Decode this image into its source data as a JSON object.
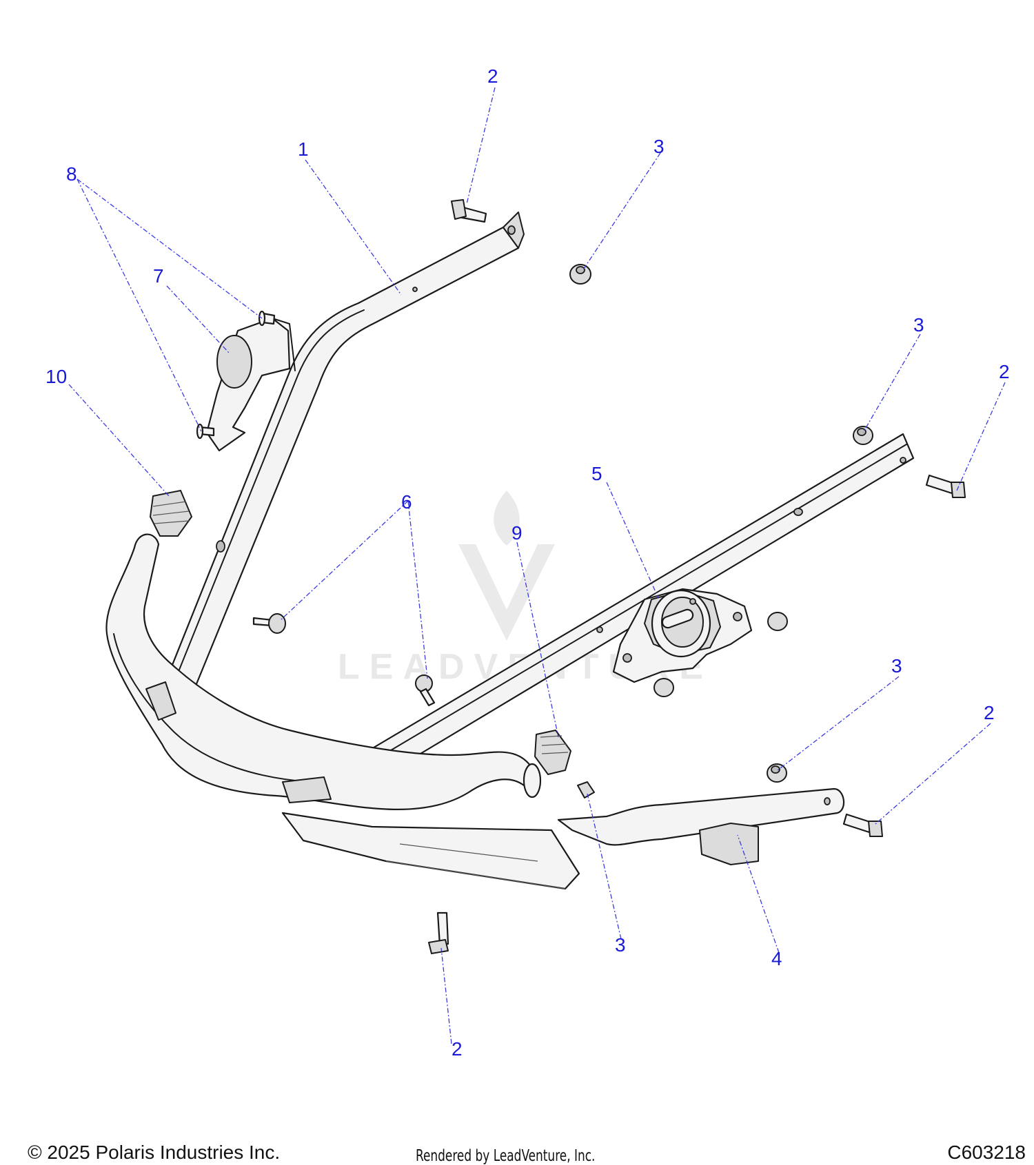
{
  "callouts": [
    {
      "id": "c-1",
      "label": "1"
    },
    {
      "id": "c-2a",
      "label": "2"
    },
    {
      "id": "c-2b",
      "label": "2"
    },
    {
      "id": "c-2c",
      "label": "2"
    },
    {
      "id": "c-2d",
      "label": "2"
    },
    {
      "id": "c-3a",
      "label": "3"
    },
    {
      "id": "c-3b",
      "label": "3"
    },
    {
      "id": "c-3c",
      "label": "3"
    },
    {
      "id": "c-3d",
      "label": "3"
    },
    {
      "id": "c-4",
      "label": "4"
    },
    {
      "id": "c-5",
      "label": "5"
    },
    {
      "id": "c-6",
      "label": "6"
    },
    {
      "id": "c-7",
      "label": "7"
    },
    {
      "id": "c-8",
      "label": "8"
    },
    {
      "id": "c-9",
      "label": "9"
    },
    {
      "id": "c-10",
      "label": "10"
    }
  ],
  "watermark": {
    "text": "LEADVENTURE"
  },
  "footer": {
    "copyright": "© 2025 Polaris Industries Inc.",
    "rendered_by": "Rendered by LeadVenture, Inc.",
    "diagram_code": "C603218"
  }
}
